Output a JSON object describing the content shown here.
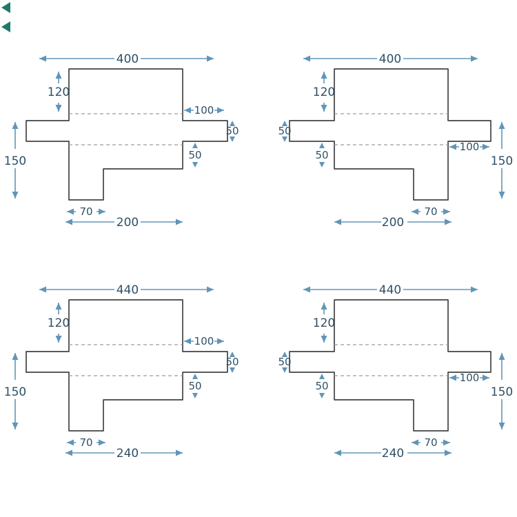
{
  "colors": {
    "background": "#ffffff",
    "outline": "#424242",
    "fold_line": "#9b9b9b",
    "dimension_line": "#6095b8",
    "label_text": "#2e5066",
    "corner_mark": "#1e7b68"
  },
  "diagrams": [
    {
      "position": "top-left",
      "shape": "arm-right-variant",
      "labels": {
        "total_width": "400",
        "back_height": "120",
        "side_height": "150",
        "arm_depth": "100",
        "arm_height": "50",
        "front_drop": "50",
        "tab_width": "70",
        "base_width": "200"
      }
    },
    {
      "position": "top-right",
      "shape": "arm-left-variant",
      "labels": {
        "total_width": "400",
        "back_height": "120",
        "side_height": "150",
        "arm_depth": "100",
        "arm_height": "50",
        "front_drop": "50",
        "tab_width": "70",
        "base_width": "200"
      }
    },
    {
      "position": "bottom-left",
      "shape": "arm-right-variant",
      "labels": {
        "total_width": "440",
        "back_height": "120",
        "side_height": "150",
        "arm_depth": "100",
        "arm_height": "50",
        "front_drop": "50",
        "tab_width": "70",
        "base_width": "240"
      }
    },
    {
      "position": "bottom-right",
      "shape": "arm-left-variant",
      "labels": {
        "total_width": "440",
        "back_height": "120",
        "side_height": "150",
        "arm_depth": "100",
        "arm_height": "50",
        "front_drop": "50",
        "tab_width": "70",
        "base_width": "240"
      }
    }
  ]
}
